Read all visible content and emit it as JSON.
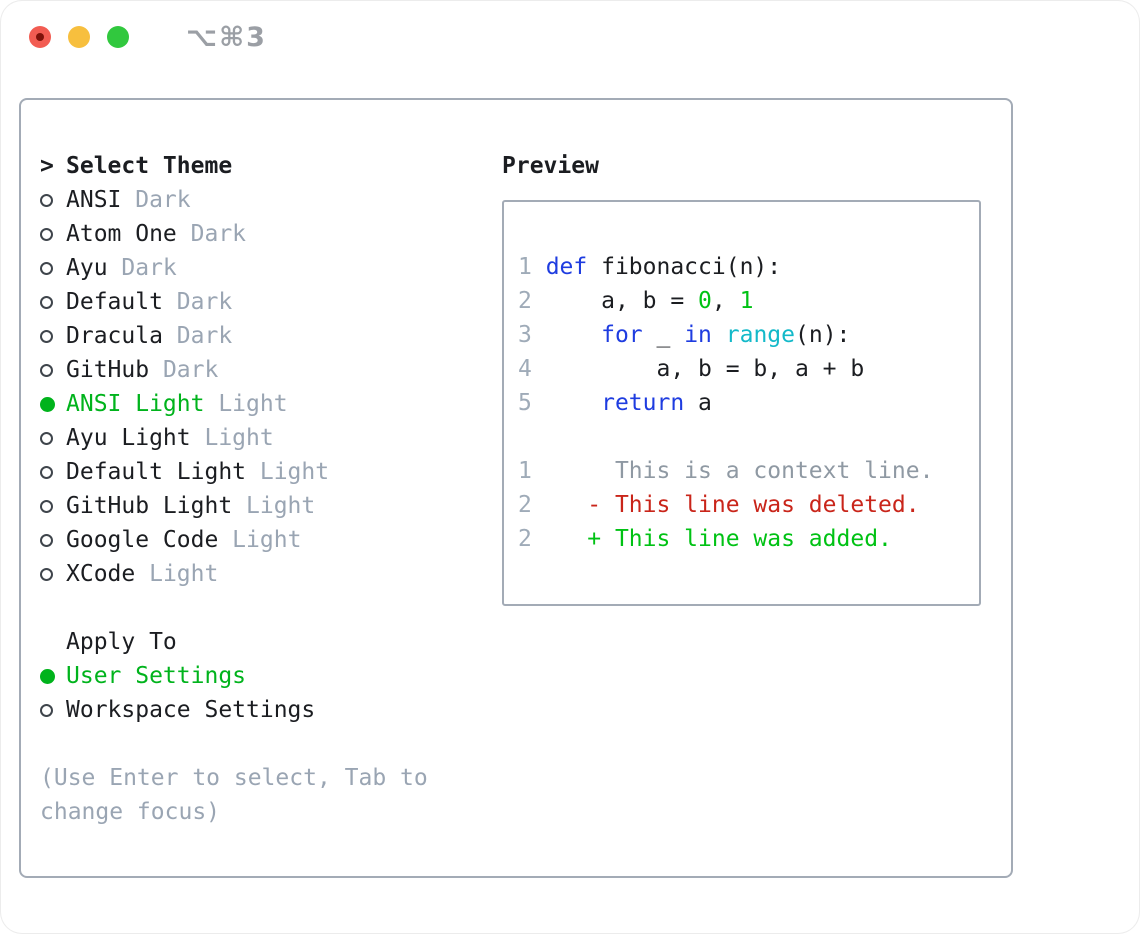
{
  "window": {
    "shortcut": "⌥⌘3",
    "traffic_lights": [
      "close",
      "minimize",
      "zoom"
    ]
  },
  "colors": {
    "text": "#1b1d21",
    "muted": "#9aa5b3",
    "context": "#8f99a3",
    "lineno": "#9fabb8",
    "border": "#a3abb6",
    "bullet": "#3f454c",
    "keyword": "#1e3ce0",
    "builtin": "#13b9c9",
    "number": "#00c214",
    "added": "#00c214",
    "deleted": "#c9251a",
    "selected": "#00b31c",
    "shortcut": "#9b9fa5",
    "traffic_red": "#f25c52",
    "traffic_red_dot": "#7e120a",
    "traffic_yellow": "#f7bf3e",
    "traffic_green": "#31c83e"
  },
  "theme_panel": {
    "cursor": ">",
    "title": "Select Theme",
    "items": [
      {
        "name": "ANSI",
        "variant": "Dark",
        "selected": false
      },
      {
        "name": "Atom One",
        "variant": "Dark",
        "selected": false
      },
      {
        "name": "Ayu",
        "variant": "Dark",
        "selected": false
      },
      {
        "name": "Default",
        "variant": "Dark",
        "selected": false
      },
      {
        "name": "Dracula",
        "variant": "Dark",
        "selected": false
      },
      {
        "name": "GitHub",
        "variant": "Dark",
        "selected": false
      },
      {
        "name": "ANSI Light",
        "variant": "Light",
        "selected": true
      },
      {
        "name": "Ayu Light",
        "variant": "Light",
        "selected": false
      },
      {
        "name": "Default Light",
        "variant": "Light",
        "selected": false
      },
      {
        "name": "GitHub Light",
        "variant": "Light",
        "selected": false
      },
      {
        "name": "Google Code",
        "variant": "Light",
        "selected": false
      },
      {
        "name": "XCode",
        "variant": "Light",
        "selected": false
      }
    ],
    "apply_to": {
      "title": "Apply To",
      "options": [
        {
          "label": "User Settings",
          "selected": true
        },
        {
          "label": "Workspace Settings",
          "selected": false
        }
      ]
    },
    "hint_lines": [
      "(Use Enter to select, Tab to",
      "change focus)"
    ]
  },
  "preview": {
    "title": "Preview",
    "code_lines": [
      {
        "num": "1",
        "tokens": [
          [
            "kw",
            "def"
          ],
          [
            "tx",
            " fibonacci(n):"
          ]
        ]
      },
      {
        "num": "2",
        "tokens": [
          [
            "tx",
            "    a, b = "
          ],
          [
            "nm",
            "0"
          ],
          [
            "tx",
            ", "
          ],
          [
            "nm",
            "1"
          ]
        ]
      },
      {
        "num": "3",
        "tokens": [
          [
            "tx",
            "    "
          ],
          [
            "kw",
            "for"
          ],
          [
            "tx",
            " _ "
          ],
          [
            "kw",
            "in"
          ],
          [
            "tx",
            " "
          ],
          [
            "bi",
            "range"
          ],
          [
            "tx",
            "(n):"
          ]
        ]
      },
      {
        "num": "4",
        "tokens": [
          [
            "tx",
            "        a, b = b, a + b"
          ]
        ]
      },
      {
        "num": "5",
        "tokens": [
          [
            "tx",
            "    "
          ],
          [
            "kw",
            "return"
          ],
          [
            "tx",
            " a"
          ]
        ]
      }
    ],
    "diff_lines": [
      {
        "num": "1",
        "kind": "context",
        "text": "     This is a context line."
      },
      {
        "num": "2",
        "kind": "deleted",
        "text": "   - This line was deleted."
      },
      {
        "num": "2",
        "kind": "added",
        "text": "   + This line was added."
      }
    ]
  }
}
